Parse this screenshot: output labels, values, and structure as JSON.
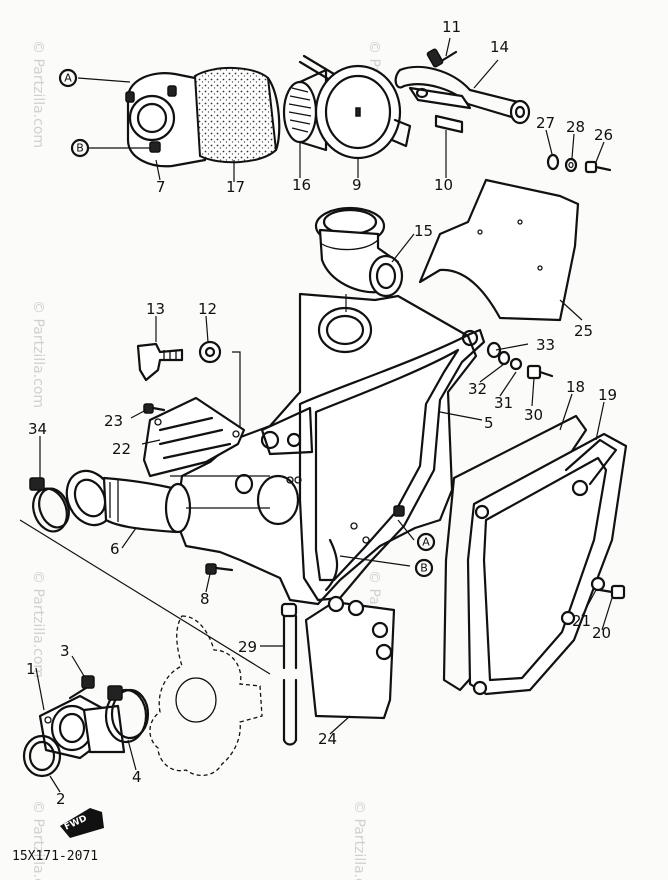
{
  "diagram": {
    "code": "15X171-2071",
    "fwd": "FWD",
    "watermark": "© Partzilla.com",
    "refs": {
      "a": "A",
      "b": "B"
    },
    "callouts": [
      "1",
      "2",
      "3",
      "4",
      "5",
      "6",
      "7",
      "8",
      "9",
      "10",
      "11",
      "12",
      "13",
      "14",
      "15",
      "16",
      "17",
      "18",
      "19",
      "20",
      "21",
      "22",
      "23",
      "24",
      "25",
      "26",
      "27",
      "28",
      "29",
      "30",
      "31",
      "32",
      "33",
      "34"
    ]
  }
}
